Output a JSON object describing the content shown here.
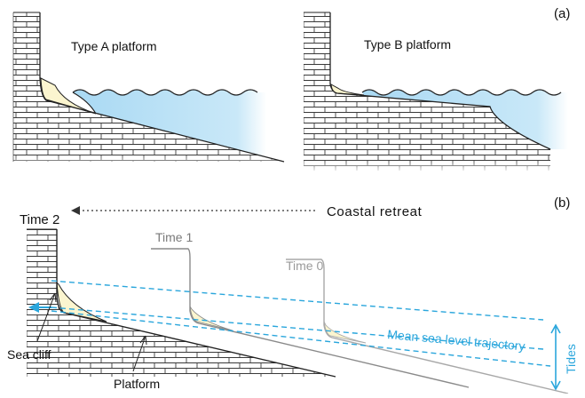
{
  "panel_a": {
    "tag": "(a)",
    "type_a_label": "Type A platform",
    "type_b_label": "Type B platform"
  },
  "panel_b": {
    "tag": "(b)",
    "time2_label": "Time 2",
    "time1_label": "Time 1",
    "time0_label": "Time 0",
    "retreat_label": "Coastal retreat",
    "msl_label": "Mean sea level trajectory",
    "tides_label": "Tides",
    "sea_cliff_label": "Sea cliff",
    "platform_label": "Platform"
  },
  "colors": {
    "water": "#c6e6f7",
    "water_edge": "#8cc9ec",
    "sediment": "#fbf5cf",
    "line": "#222222",
    "grey_line": "#8a8a8a",
    "msl": "#2aa6dc"
  }
}
